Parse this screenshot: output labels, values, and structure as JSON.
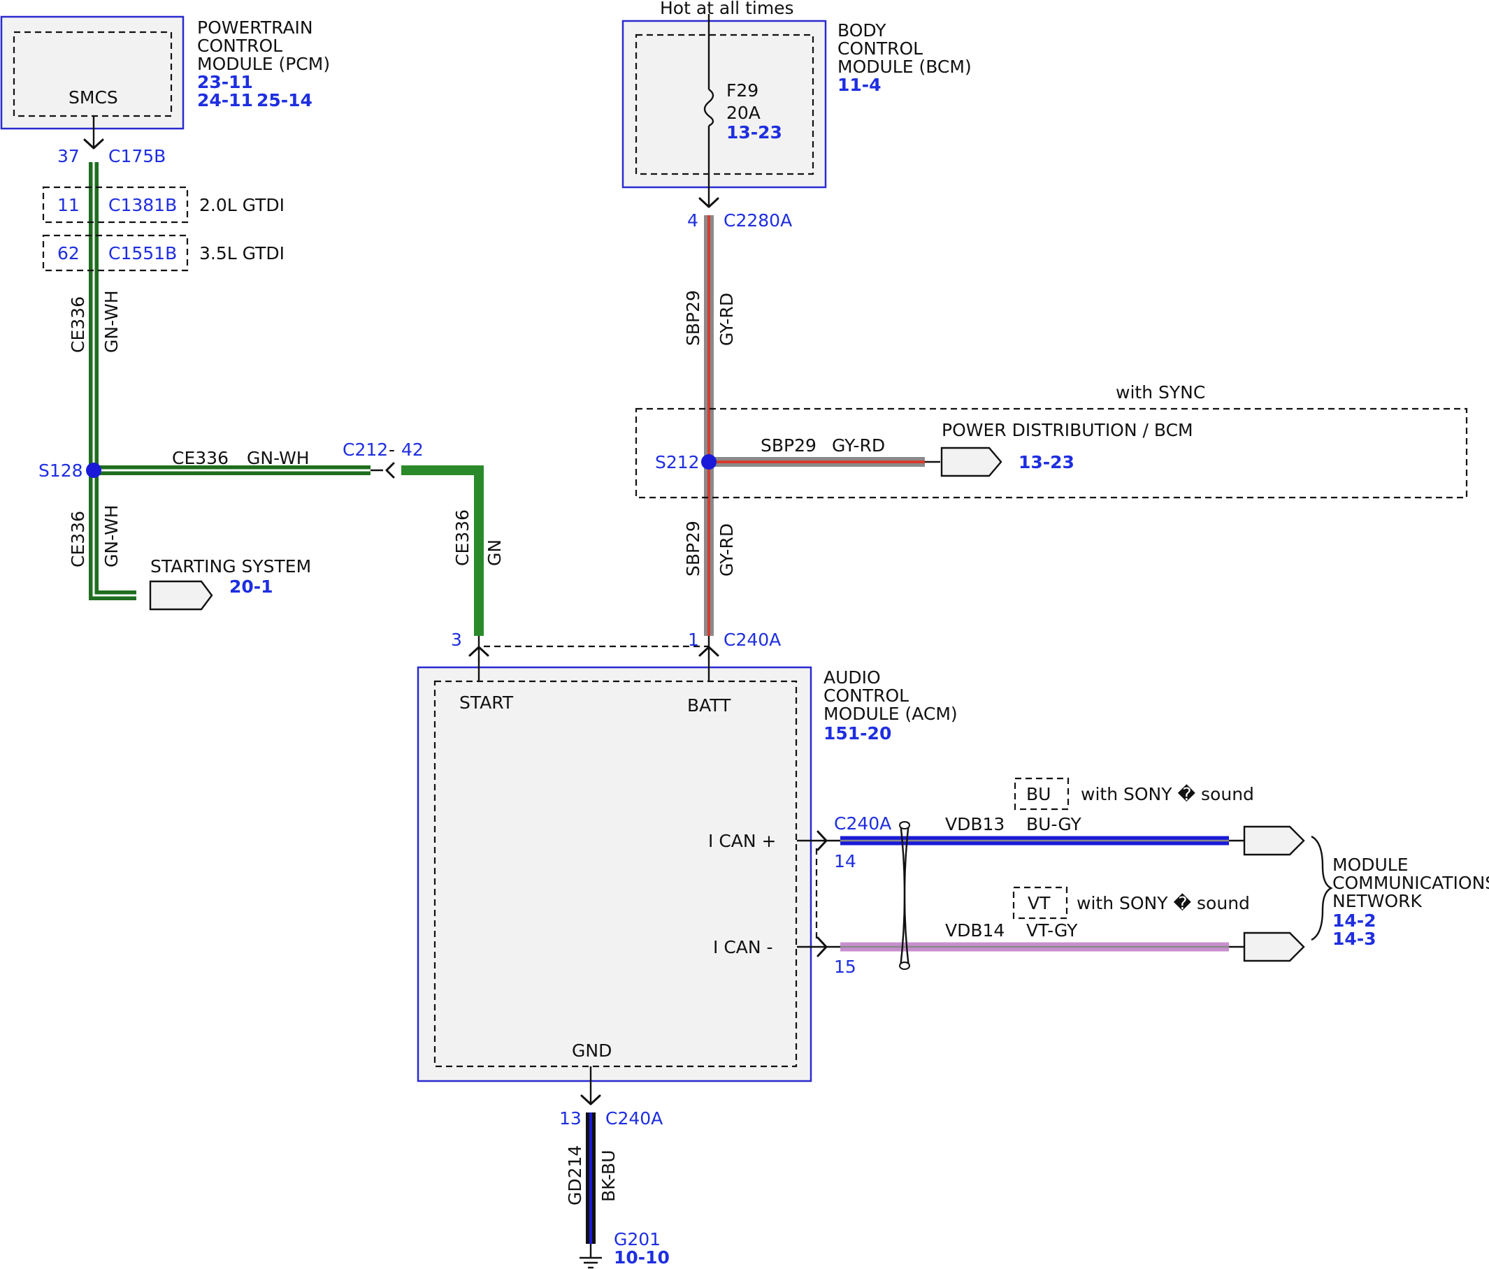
{
  "pcm": {
    "name_lines": [
      "POWERTRAIN",
      "CONTROL",
      "MODULE (PCM)"
    ],
    "refs": [
      "23-11",
      "24-11",
      "25-14"
    ],
    "pin_label": "SMCS",
    "pin": "37",
    "connector": "C175B",
    "inline": [
      {
        "pin": "11",
        "connector": "C1381B",
        "engine": "2.0L GTDI"
      },
      {
        "pin": "62",
        "connector": "C1551B",
        "engine": "3.5L GTDI"
      }
    ]
  },
  "bcm": {
    "header": "Hot at all times",
    "name_lines": [
      "BODY",
      "CONTROL",
      "MODULE (BCM)"
    ],
    "ref": "11-4",
    "fuse": "F29",
    "fuse_rating": "20A",
    "fuse_ref": "13-23",
    "pin": "4",
    "connector": "C2280A"
  },
  "wires": {
    "ce336_circuit": "CE336",
    "ce336_color": "GN-WH",
    "ce336_start_color": "GN",
    "sbp29_circuit": "SBP29",
    "sbp29_color": "GY-RD",
    "vdb13_circuit": "VDB13",
    "vdb13_color": "BU-GY",
    "vdb14_circuit": "VDB14",
    "vdb14_color": "VT-GY",
    "gd214_circuit": "GD214",
    "gd214_color": "BK-BU"
  },
  "splices": {
    "s128": "S128",
    "s212": "S212"
  },
  "c212": {
    "connector": "C212",
    "dash": "-",
    "pin": "42"
  },
  "starting": {
    "label": "STARTING SYSTEM",
    "ref": "20-1"
  },
  "sync": {
    "label": "with SYNC",
    "dest": "POWER DISTRIBUTION / BCM",
    "ref": "13-23"
  },
  "acm": {
    "name_lines": [
      "AUDIO",
      "CONTROL",
      "MODULE (ACM)"
    ],
    "ref": "151-20",
    "start": "START",
    "batt": "BATT",
    "ican_plus": "I CAN +",
    "ican_minus": "I CAN -",
    "gnd": "GND",
    "start_pin": "3",
    "batt_pin": "1",
    "batt_connector": "C240A",
    "can_connector": "C240A",
    "plus_pin": "14",
    "minus_pin": "15",
    "gnd_pin": "13",
    "gnd_connector": "C240A"
  },
  "sony": {
    "bu": "BU",
    "vt": "VT",
    "label": "with SONY � sound"
  },
  "mcn": {
    "name_lines": [
      "MODULE",
      "COMMUNICATIONS",
      "NETWORK"
    ],
    "refs": [
      "14-2",
      "14-3"
    ]
  },
  "ground": {
    "name": "G201",
    "ref": "10-10"
  },
  "colors": {
    "green": "#2a8a2a",
    "dark_green": "#1f6e1f",
    "gray": "#8a8a8a",
    "red": "#d83a2e",
    "blue": "#1a1ad8",
    "violet": "#c88fcf",
    "black": "#111111",
    "module_fill": "#f2f2f2",
    "module_border": "#2a2ad0",
    "label_blue": "#1e2ee0"
  }
}
